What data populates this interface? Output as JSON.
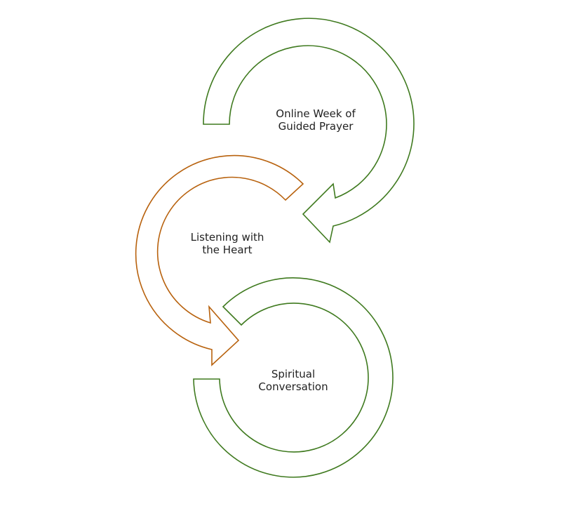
{
  "colors": {
    "green": "#3f7a1f",
    "orange": "#b8620e"
  },
  "steps": [
    {
      "line1": "Online Week of",
      "line2": "Guided Prayer",
      "color": "green"
    },
    {
      "line1": "Listening with",
      "line2": "the Heart",
      "color": "orange"
    },
    {
      "line1": "Spiritual",
      "line2": "Conversation",
      "color": "green"
    }
  ]
}
